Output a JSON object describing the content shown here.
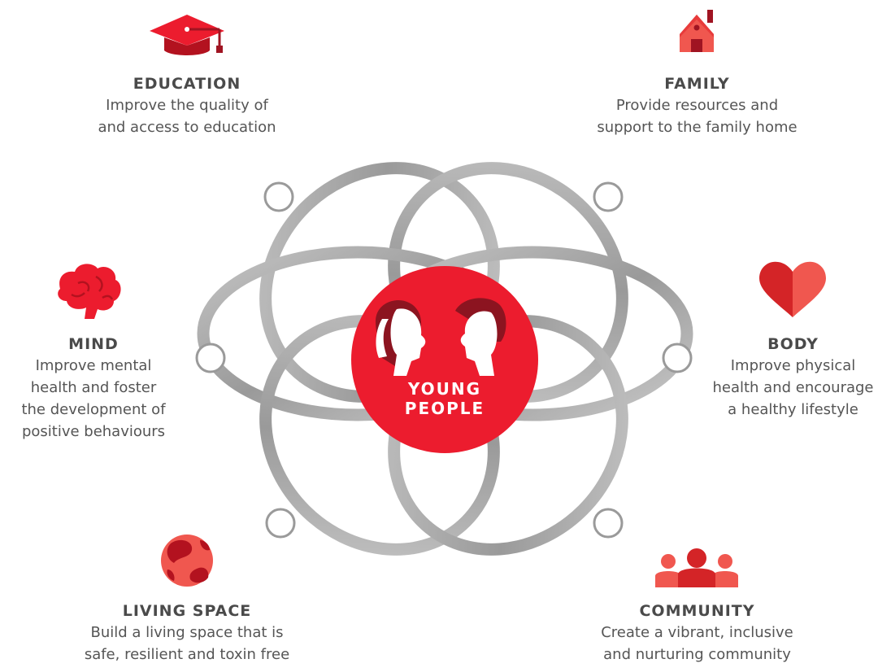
{
  "center": {
    "line1": "YOUNG",
    "line2": "PEOPLE"
  },
  "colors": {
    "accent": "#ec1c2e",
    "accent_dark": "#a01422",
    "icon_light": "#f0574f",
    "ring": "#a6a6a6",
    "text": "#555555"
  },
  "nodes": [
    {
      "id": "education",
      "icon": "graduation-cap-icon",
      "title": "EDUCATION",
      "lines": [
        "Improve the quality of",
        "and access to education"
      ]
    },
    {
      "id": "family",
      "icon": "house-icon",
      "title": "FAMILY",
      "lines": [
        "Provide resources and",
        "support to the family home"
      ]
    },
    {
      "id": "mind",
      "icon": "brain-icon",
      "title": "MIND",
      "lines": [
        "Improve mental",
        "health and foster",
        "the development of",
        "positive behaviours"
      ]
    },
    {
      "id": "body",
      "icon": "heart-icon",
      "title": "BODY",
      "lines": [
        "Improve physical",
        "health and encourage",
        "a healthy lifestyle"
      ]
    },
    {
      "id": "living_space",
      "icon": "globe-icon",
      "title": "LIVING SPACE",
      "lines": [
        "Build a living space that is",
        "safe, resilient and toxin free"
      ]
    },
    {
      "id": "community",
      "icon": "people-group-icon",
      "title": "COMMUNITY",
      "lines": [
        "Create a vibrant, inclusive",
        "and nurturing community"
      ]
    }
  ]
}
